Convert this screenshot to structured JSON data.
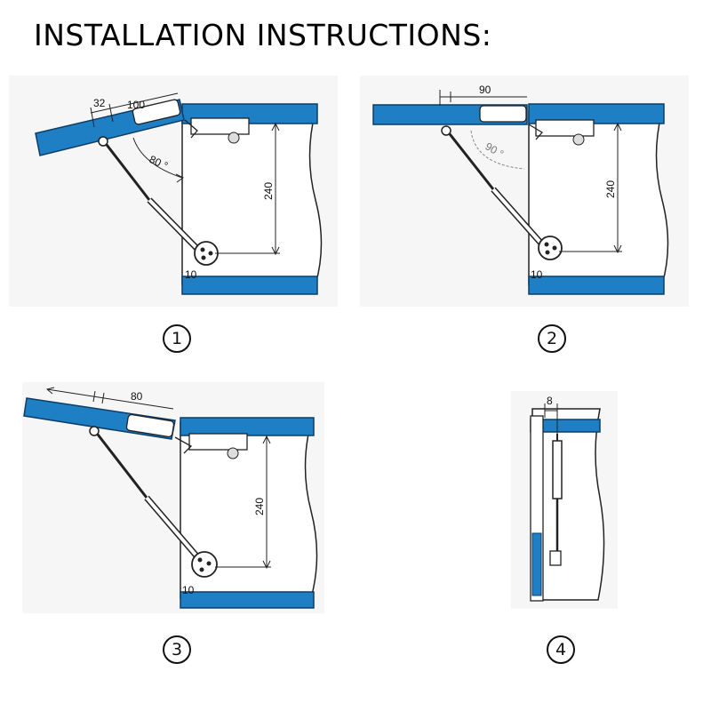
{
  "page": {
    "title": "INSTALLATION INSTRUCTIONS:"
  },
  "colors": {
    "board_blue": "#1f7fc4",
    "board_edge": "#0d3d66",
    "line": "#222222",
    "cabinet_fill": "#ffffff",
    "paper_tint": "#f4f4f4"
  },
  "panels": [
    {
      "step": "1",
      "dims": {
        "offset": "32",
        "width": "100",
        "angle": "80 °",
        "height": "240",
        "bottom": "10"
      }
    },
    {
      "step": "2",
      "dims": {
        "width": "90",
        "angle": "90 °",
        "height": "240",
        "bottom": "10"
      }
    },
    {
      "step": "3",
      "dims": {
        "width": "80",
        "height": "240",
        "bottom": "10"
      }
    },
    {
      "step": "4",
      "dims": {
        "offset": "8"
      }
    }
  ]
}
